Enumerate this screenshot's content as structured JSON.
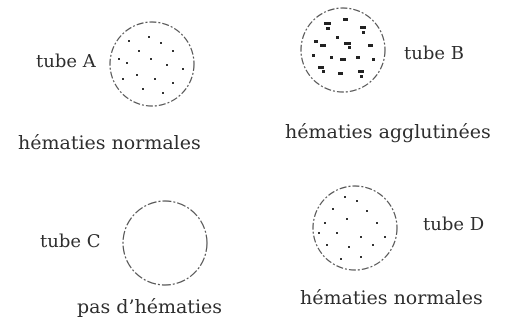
{
  "tubes": [
    {
      "label": "tube A",
      "caption": "hématies normales",
      "content": "scattered red cells (normal)"
    },
    {
      "label": "tube B",
      "caption": "hématies agglutinées",
      "content": "clumped red cells (agglutinated)"
    },
    {
      "label": "tube C",
      "caption": "pas  d’hématies",
      "content": "empty"
    },
    {
      "label": "tube D",
      "caption": "hématies normales",
      "content": "scattered red cells (normal)"
    }
  ]
}
